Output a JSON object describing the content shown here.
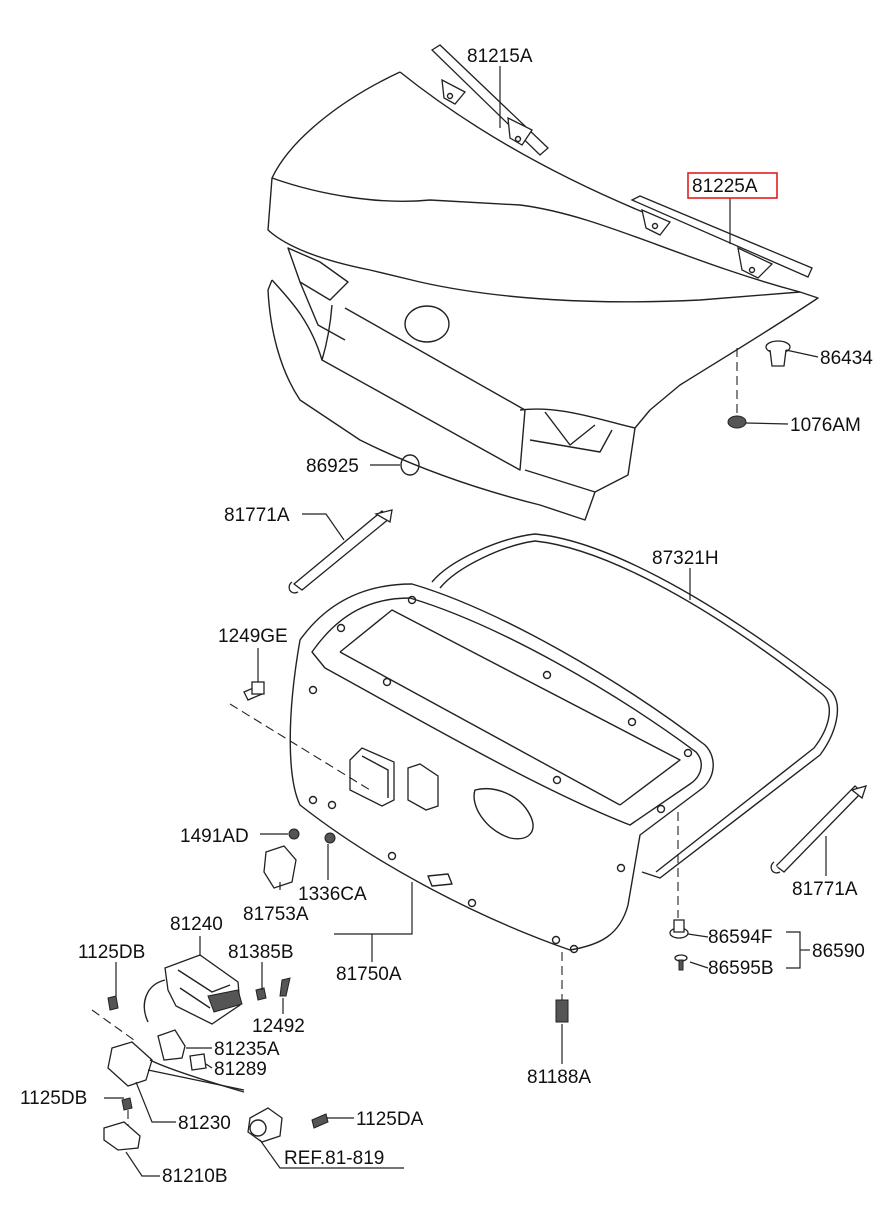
{
  "highlight_color": "#e02020",
  "highlighted_part": "81225A",
  "labels": {
    "p81215A": "81215A",
    "p81225A": "81225A",
    "p86434": "86434",
    "p1076AM": "1076AM",
    "p86925": "86925",
    "p81771A_top": "81771A",
    "p87321H": "87321H",
    "p1249GE": "1249GE",
    "p1491AD": "1491AD",
    "p81753A": "81753A",
    "p1336CA": "1336CA",
    "p81750A": "81750A",
    "p81240": "81240",
    "p1125DB_upper": "1125DB",
    "p81385B": "81385B",
    "p12492": "12492",
    "p81235A": "81235A",
    "p81289": "81289",
    "p1125DB_lower": "1125DB",
    "p81230": "81230",
    "p1125DA": "1125DA",
    "pREF": "REF.81-819",
    "p81210B": "81210B",
    "p81771A_right": "81771A",
    "p86594F": "86594F",
    "p86595B": "86595B",
    "p86590": "86590",
    "p81188A": "81188A"
  }
}
